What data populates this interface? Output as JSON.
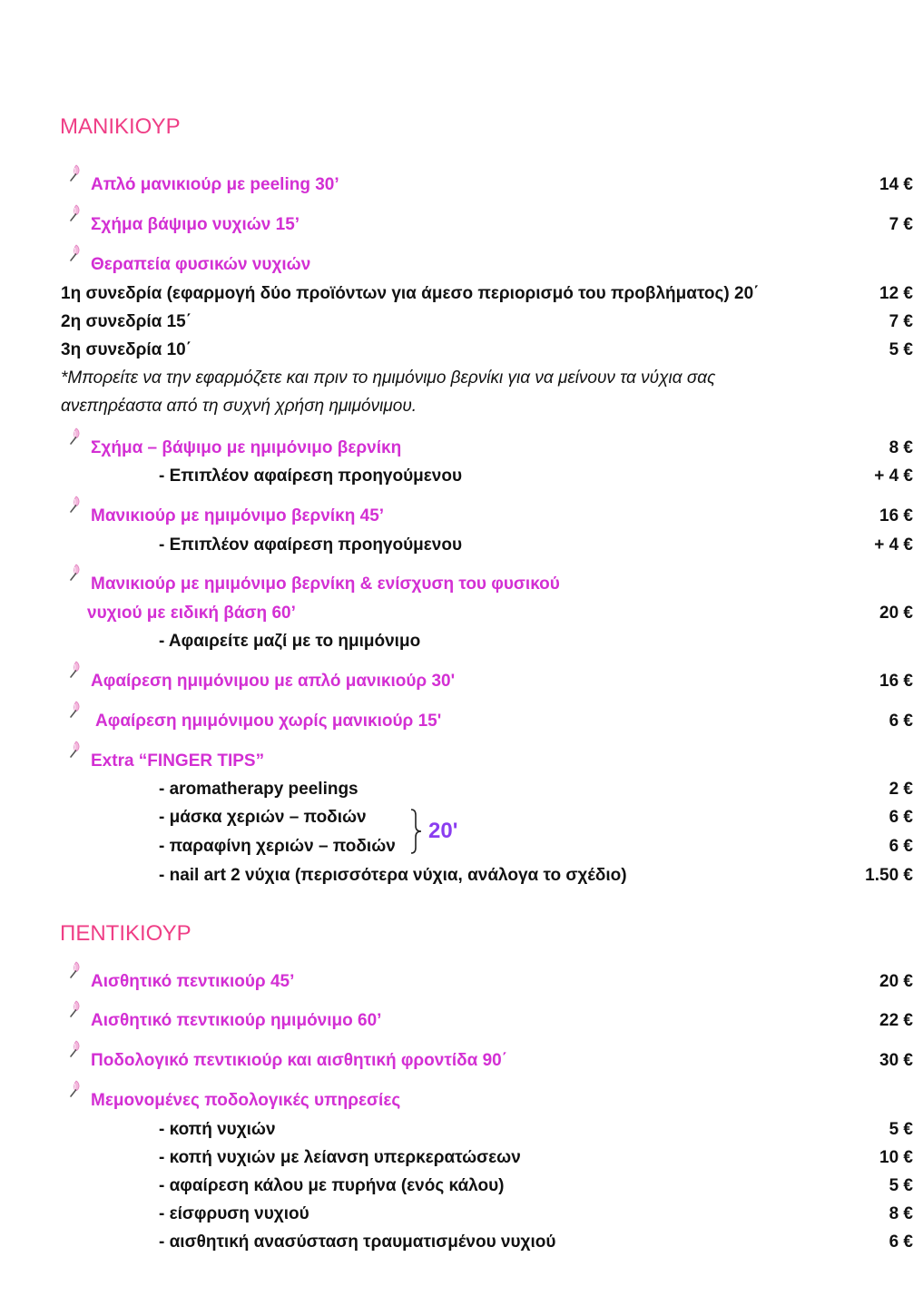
{
  "manicure": {
    "title": "ΜΑΝΙΚΙΟΥΡ",
    "simple": {
      "label": "Απλό μανικιούρ με peeling 30’",
      "price": "14 €"
    },
    "shape": {
      "label": "Σχήμα βάψιμο νυχιών 15’",
      "price": "7 €"
    },
    "therapy": {
      "label": "Θεραπεία φυσικών νυχιών",
      "sessions": [
        {
          "label": "1η συνεδρία (εφαρμογή δύο προϊόντων για άμεσο περιορισμό του προβλήματος) 20΄",
          "price": "12 €"
        },
        {
          "label": "2η συνεδρία 15΄",
          "price": "7 €"
        },
        {
          "label": "3η συνεδρία 10΄",
          "price": "5 €"
        }
      ],
      "note1": "*Μπορείτε να την εφαρμόζετε και πριν το ημιμόνιμο βερνίκι για να μείνουν τα νύχια σας",
      "note2": "ανεπηρέαστα από τη συχνή χρήση ημιμόνιμου."
    },
    "gel_shape": {
      "label": "Σχήμα – βάψιμο με ημιμόνιμο βερνίκη",
      "price": "8 €",
      "extra": "- Επιπλέον αφαίρεση προηγούμενου",
      "extra_price": "+ 4 €"
    },
    "gel_manicure": {
      "label": "Μανικιούρ με ημιμόνιμο βερνίκη 45’",
      "price": "16 €",
      "extra": "- Επιπλέον αφαίρεση προηγούμενου",
      "extra_price": "+ 4 €"
    },
    "gel_base": {
      "label1": "Μανικιούρ με ημιμόνιμο βερνίκη & ενίσχυση του φυσικού",
      "label2": "νυχιού με ειδική βάση 60’",
      "price": "20 €",
      "extra": "- Αφαιρείτε μαζί με το ημιμόνιμο"
    },
    "removal_with": {
      "label": "Αφαίρεση ημιμόνιμου με απλό μανικιούρ 30'",
      "price": "16 €"
    },
    "removal_without": {
      "label": "Αφαίρεση ημιμόνιμου χωρίς μανικιούρ 15'",
      "price": "6 €"
    },
    "extras": {
      "label": "Extra “FINGER TIPS”",
      "items": [
        {
          "label": "- aromatherapy peelings",
          "price": "2 €"
        },
        {
          "label": "- μάσκα χεριών – ποδιών",
          "price": "6 €"
        },
        {
          "label": "- παραφίνη χεριών – ποδιών",
          "price": "6 €"
        },
        {
          "label": "- nail art 2 νύχια (περισσότερα νύχια, ανάλογα το σχέδιο)",
          "price": "1.50 €"
        }
      ],
      "brace_label": "20'"
    }
  },
  "pedicure": {
    "title": "ΠΕΝΤΙΚΙΟΥΡ",
    "aesthetic": {
      "label": "Αισθητικό πεντικιούρ 45’",
      "price": "20 €"
    },
    "aesthetic_gel": {
      "label": "Αισθητικό πεντικιούρ ημιμόνιμο 60’",
      "price": "22 €"
    },
    "podology": {
      "label": "Ποδολογικό πεντικιούρ και αισθητική φροντίδα 90΄",
      "price": "30 €"
    },
    "individual": {
      "label": "Μεμονομένες ποδολογικές υπηρεσίες",
      "items": [
        {
          "label": "- κοπή νυχιών",
          "price": "5 €"
        },
        {
          "label": "- κοπή νυχιών με λείανση υπερκερατώσεων",
          "price": "10 €"
        },
        {
          "label": "- αφαίρεση κάλου με πυρήνα (ενός κάλου)",
          "price": "5 €"
        },
        {
          "label": "- είσφρυση νυχιού",
          "price": "8 €"
        },
        {
          "label": "- αισθητική ανασύσταση τραυματισμένου νυχιού",
          "price": "6 €"
        }
      ]
    }
  },
  "colors": {
    "heading": "#ef3e86",
    "service": "#d32fd3",
    "brace_label": "#8a3df0"
  },
  "icons": {
    "bullet": "nail-polish-brush-icon"
  }
}
